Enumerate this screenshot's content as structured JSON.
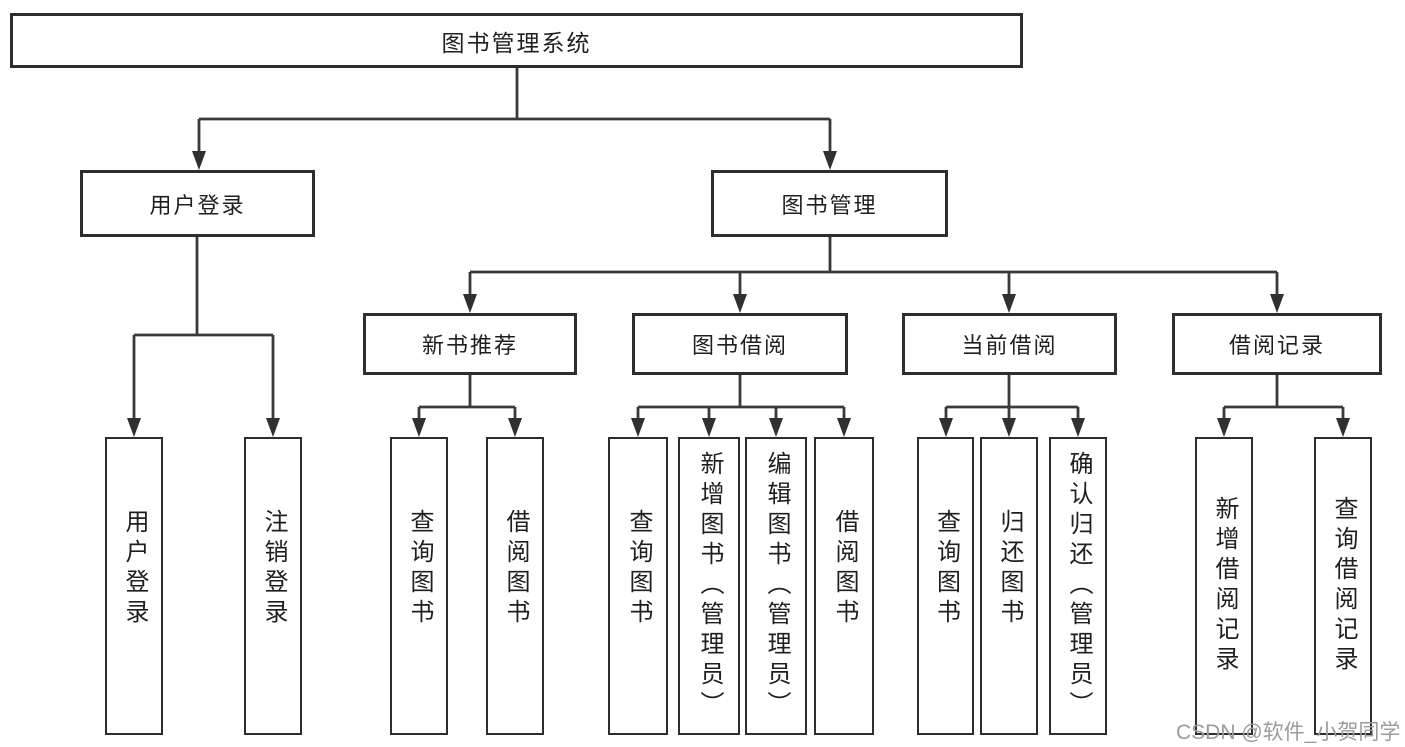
{
  "tree": {
    "root": {
      "label": "图书管理系统"
    },
    "branches": [
      {
        "label": "用户登录",
        "children": [
          {
            "label": "用户登录"
          },
          {
            "label": "注销登录"
          }
        ]
      },
      {
        "label": "图书管理",
        "children": [
          {
            "label": "新书推荐",
            "children": [
              {
                "label": "查询图书"
              },
              {
                "label": "借阅图书"
              }
            ]
          },
          {
            "label": "图书借阅",
            "children": [
              {
                "label": "查询图书"
              },
              {
                "label": "新增图书（管理员）"
              },
              {
                "label": "编辑图书（管理员）"
              },
              {
                "label": "借阅图书"
              }
            ]
          },
          {
            "label": "当前借阅",
            "children": [
              {
                "label": "查询图书"
              },
              {
                "label": "归还图书"
              },
              {
                "label": "确认归还（管理员）"
              }
            ]
          },
          {
            "label": "借阅记录",
            "children": [
              {
                "label": "新增借阅记录"
              },
              {
                "label": "查询借阅记录"
              }
            ]
          }
        ]
      }
    ]
  },
  "watermark": {
    "text": "CSDN @软件_小贺同学"
  },
  "colors": {
    "line": "#3a3a3a",
    "box_border": "#2d2d2d",
    "text": "#1f1f1f",
    "watermark": "#9b9b9b",
    "background": "#ffffff"
  }
}
